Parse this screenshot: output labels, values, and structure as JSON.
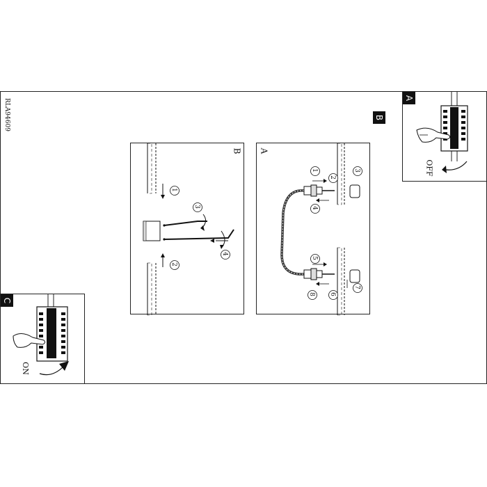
{
  "doc_code": "RLA94609",
  "panel_A": {
    "tag": "A",
    "label": "OFF"
  },
  "panel_C": {
    "tag": "C",
    "label": "ON"
  },
  "header_B_tag": "B",
  "diagram_A": {
    "label": "A",
    "steps": [
      "1",
      "2",
      "3",
      "4",
      "5",
      "6",
      "7",
      "8"
    ]
  },
  "diagram_B": {
    "label": "B",
    "steps": [
      "1",
      "2",
      "3",
      "4"
    ]
  }
}
